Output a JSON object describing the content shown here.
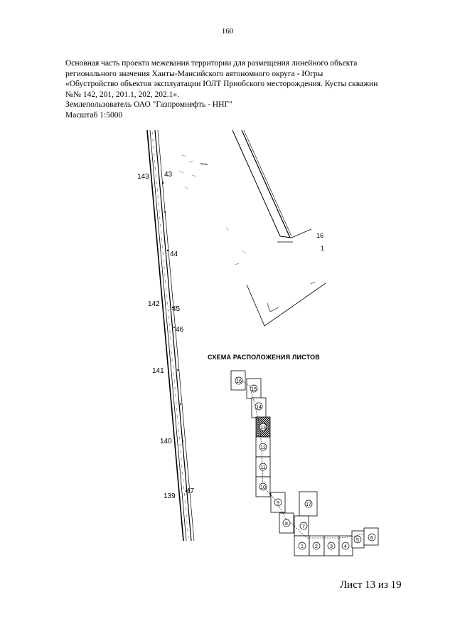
{
  "page_number": "160",
  "header": {
    "line1": "Основная часть проекта межевания территории для размещения линейного объекта",
    "line2": "регионального значения Ханты-Мансийского автономного округа - Югры",
    "line3": "«Обустройство объектов эксплуатации ЮЛТ Приобского месторождения. Кусты скважин",
    "line4": "№№ 142, 201, 201.1, 202, 202.1».",
    "line5": "Землепользователь ОАО \"Газпромнефть - ННГ\"",
    "line6": "Масштаб 1:5000"
  },
  "map": {
    "labels_left": [
      "143",
      "142",
      "141",
      "140",
      "139"
    ],
    "labels_right": [
      "43",
      "44",
      "45",
      "46",
      "47"
    ],
    "fragment_label_a": "16",
    "fragment_label_b": "1"
  },
  "schema": {
    "title": "СХЕМА РАСПОЛОЖЕНИЯ ЛИСТОВ",
    "sheets": [
      "1",
      "2",
      "3",
      "4",
      "5",
      "6",
      "7",
      "8",
      "9",
      "10",
      "11",
      "12",
      "13",
      "14",
      "15",
      "16",
      "17"
    ],
    "current_sheet": "13"
  },
  "footer": "Лист 13 из 19"
}
